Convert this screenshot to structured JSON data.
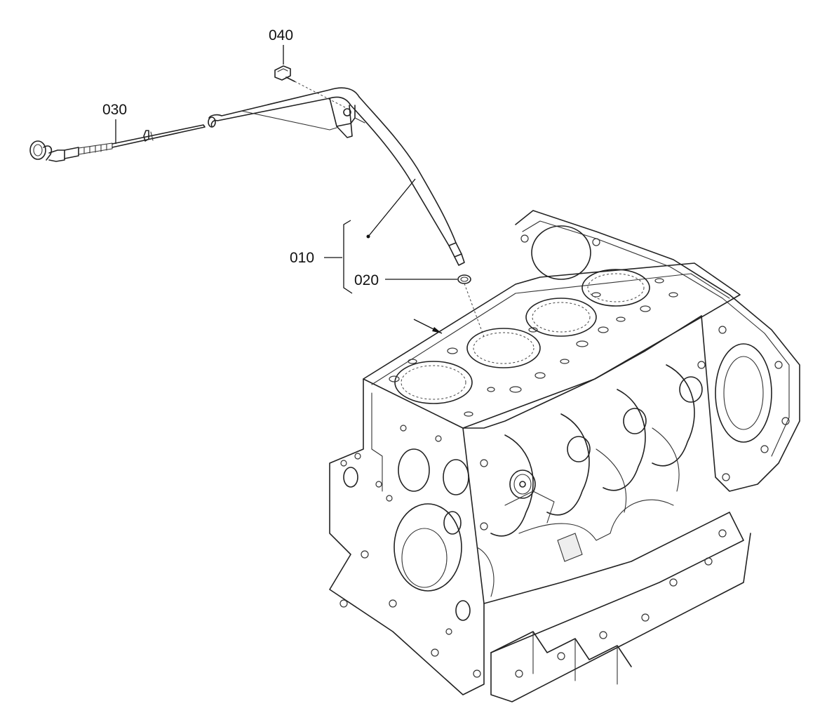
{
  "callouts": {
    "c040": "040",
    "c030": "030",
    "c010": "010",
    "c020": "020"
  },
  "parts": [
    {
      "id": "010",
      "icon": "dipstick-guide-tube-icon"
    },
    {
      "id": "020",
      "icon": "o-ring-icon"
    },
    {
      "id": "030",
      "icon": "dipstick-icon"
    },
    {
      "id": "040",
      "icon": "bolt-icon"
    }
  ],
  "colors": {
    "line": "#222222",
    "background": "#ffffff"
  }
}
